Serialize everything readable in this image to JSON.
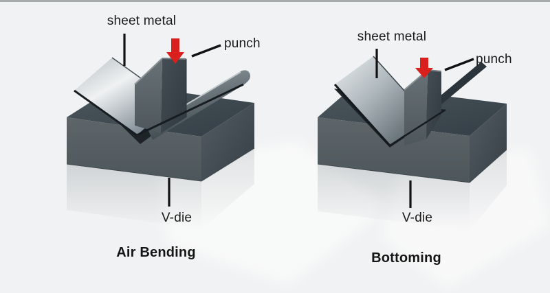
{
  "figure": {
    "type": "technical-diagram",
    "topic": "V-bending of sheet metal: air bending vs bottoming",
    "panels": [
      {
        "id": "air-bending",
        "title": "Air Bending",
        "labels": {
          "sheet_metal": "sheet metal",
          "punch": "punch",
          "v_die": "V-die"
        }
      },
      {
        "id": "bottoming",
        "title": "Bottoming",
        "labels": {
          "sheet_metal": "sheet metal",
          "punch": "punch",
          "v_die": "V-die"
        }
      }
    ],
    "icons": [
      {
        "name": "force-arrow-down-icon",
        "meaning": "pressing force of punch",
        "color": "#d9201d"
      }
    ],
    "colors": {
      "background": "#f1f2f3",
      "top_strip": "#a7abab",
      "die_top": "#424d53",
      "die_front": "#5a6266",
      "die_side": "#4c555b",
      "groove_shadow": "#1d2327",
      "punch_light_face": "#5d666b",
      "punch_dark_face": "#3c4449",
      "sheet_highlight": "#eef0f1",
      "sheet_shadow": "#4e585e",
      "sheet_edge": "#171c20",
      "force_arrow": "#d9201d",
      "leader_line": "#121212",
      "label_text": "#1a1a1a"
    }
  }
}
